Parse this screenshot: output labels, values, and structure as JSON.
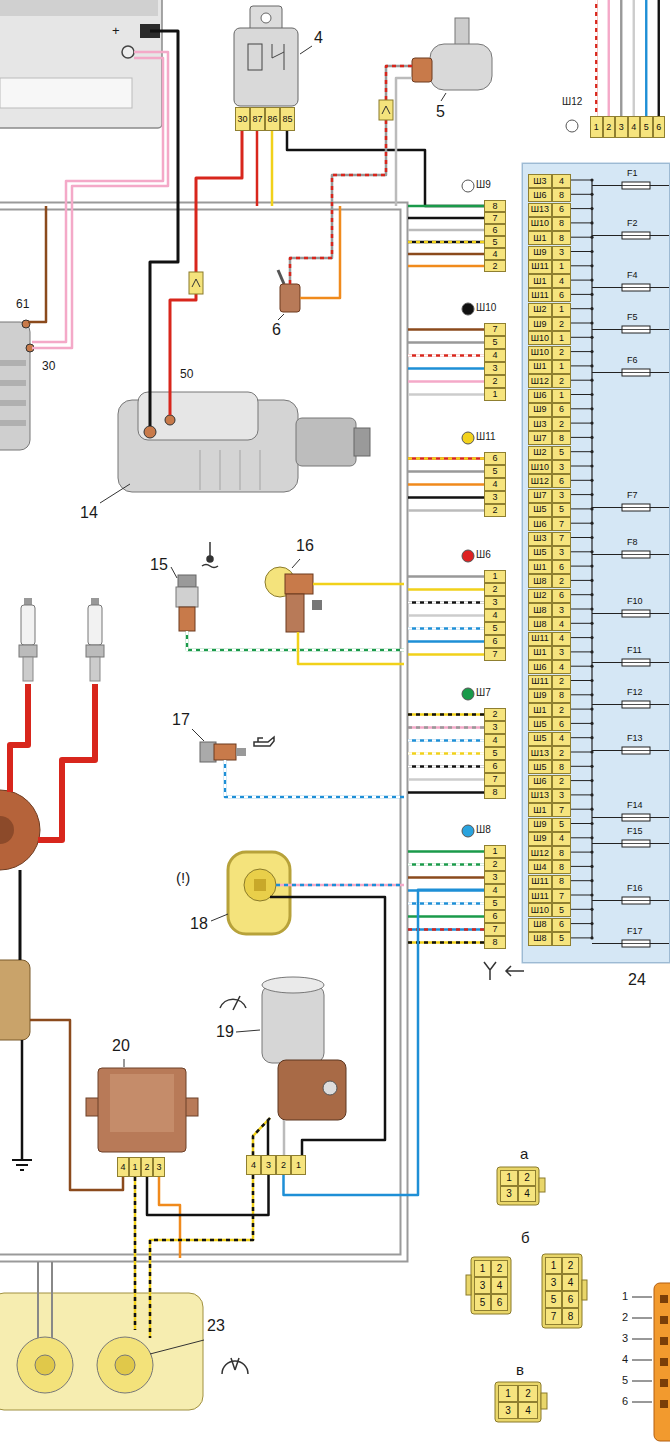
{
  "diagram": {
    "nodes": [
      {
        "text": [
          "30",
          "87",
          "86",
          "85"
        ]
      },
      {
        "text": [
          "Ш12",
          "1",
          "2",
          "3",
          "4",
          "5",
          "6"
        ]
      },
      {
        "text": [
          "Ш3",
          "4",
          "Ш6",
          "8",
          "Ш13",
          "6",
          "Ш10",
          "8",
          "Ш1",
          "8",
          "Ш9",
          "3",
          "Ш11",
          "1",
          "Ш1",
          "4",
          "Ш11",
          "6",
          "Ш2",
          "1",
          "Ш9",
          "2",
          "Ш10",
          "1",
          "Ш10",
          "2",
          "Ш1",
          "1",
          "Ш12",
          "2",
          "Ш6",
          "1",
          "Ш9",
          "6",
          "Ш3",
          "2",
          "Ш7",
          "8",
          "Ш2",
          "5",
          "Ш10",
          "3",
          "Ш12",
          "6",
          "Ш7",
          "3",
          "Ш5",
          "5",
          "Ш6",
          "7",
          "Ш3",
          "7",
          "Ш5",
          "3",
          "Ш1",
          "6",
          "Ш8",
          "2",
          "Ш2",
          "6",
          "Ш8",
          "3",
          "Ш8",
          "4",
          "Ш11",
          "4",
          "Ш1",
          "3",
          "Ш6",
          "4",
          "Ш11",
          "2",
          "Ш9",
          "8",
          "Ш1",
          "2",
          "Ш5",
          "6",
          "Ш5",
          "4",
          "Ш13",
          "2",
          "Ш5",
          "8",
          "Ш6",
          "2",
          "Ш13",
          "3",
          "Ш1",
          "7",
          "Ш9",
          "5",
          "Ш9",
          "4",
          "Ш12",
          "8",
          "Ш4",
          "8",
          "Ш11",
          "8",
          "Ш11",
          "7",
          "Ш10",
          "5",
          "Ш8",
          "6",
          "Ш8",
          "5",
          "F1",
          "F2",
          "F4",
          "F5",
          "F6",
          "F7",
          "F8",
          "F10",
          "F11",
          "F12",
          "F13",
          "F14",
          "F15",
          "F16",
          "F17"
        ]
      },
      {
        "text": [
          "Ш9",
          "8",
          "7",
          "6",
          "5",
          "4",
          "2"
        ]
      },
      {
        "text": [
          "Ш10",
          "7",
          "5",
          "4",
          "3",
          "2",
          "1"
        ]
      },
      {
        "text": [
          "Ш11",
          "6",
          "5",
          "4",
          "3",
          "2"
        ]
      },
      {
        "text": [
          "Ш6",
          "1",
          "2",
          "3",
          "4",
          "5",
          "6",
          "7"
        ]
      },
      {
        "text": [
          "Ш7",
          "2",
          "3",
          "4",
          "5",
          "6",
          "7",
          "8"
        ]
      },
      {
        "text": [
          "Ш8",
          "1",
          "2",
          "3",
          "4",
          "5",
          "6",
          "7",
          "8"
        ]
      },
      {
        "text": [
          "4",
          "1",
          "2",
          "3"
        ]
      },
      {
        "text": [
          "4",
          "3",
          "2",
          "1"
        ]
      },
      {
        "text": [
          "1",
          "2",
          "3",
          "4"
        ]
      },
      {
        "text": [
          "1",
          "2",
          "3",
          "4",
          "5",
          "6"
        ]
      },
      {
        "text": [
          "1",
          "2",
          "3",
          "4",
          "5",
          "6",
          "7",
          "8"
        ]
      },
      {
        "text": [
          "1",
          "2",
          "3",
          "4"
        ]
      }
    ],
    "edges": [
      {
        "from": 8,
        "to": 10,
        "arrow": "none"
      },
      {
        "from": 9,
        "to": 10,
        "arrow": "none"
      }
    ],
    "labels": [
      "+",
      "4",
      "5",
      "61",
      "30",
      "50",
      "14",
      "6",
      "15",
      "16",
      "17",
      "(!)",
      "18",
      "19",
      "20",
      "23",
      "24",
      "а",
      "б",
      "в",
      "1",
      "2",
      "3",
      "4",
      "5",
      "6"
    ]
  }
}
